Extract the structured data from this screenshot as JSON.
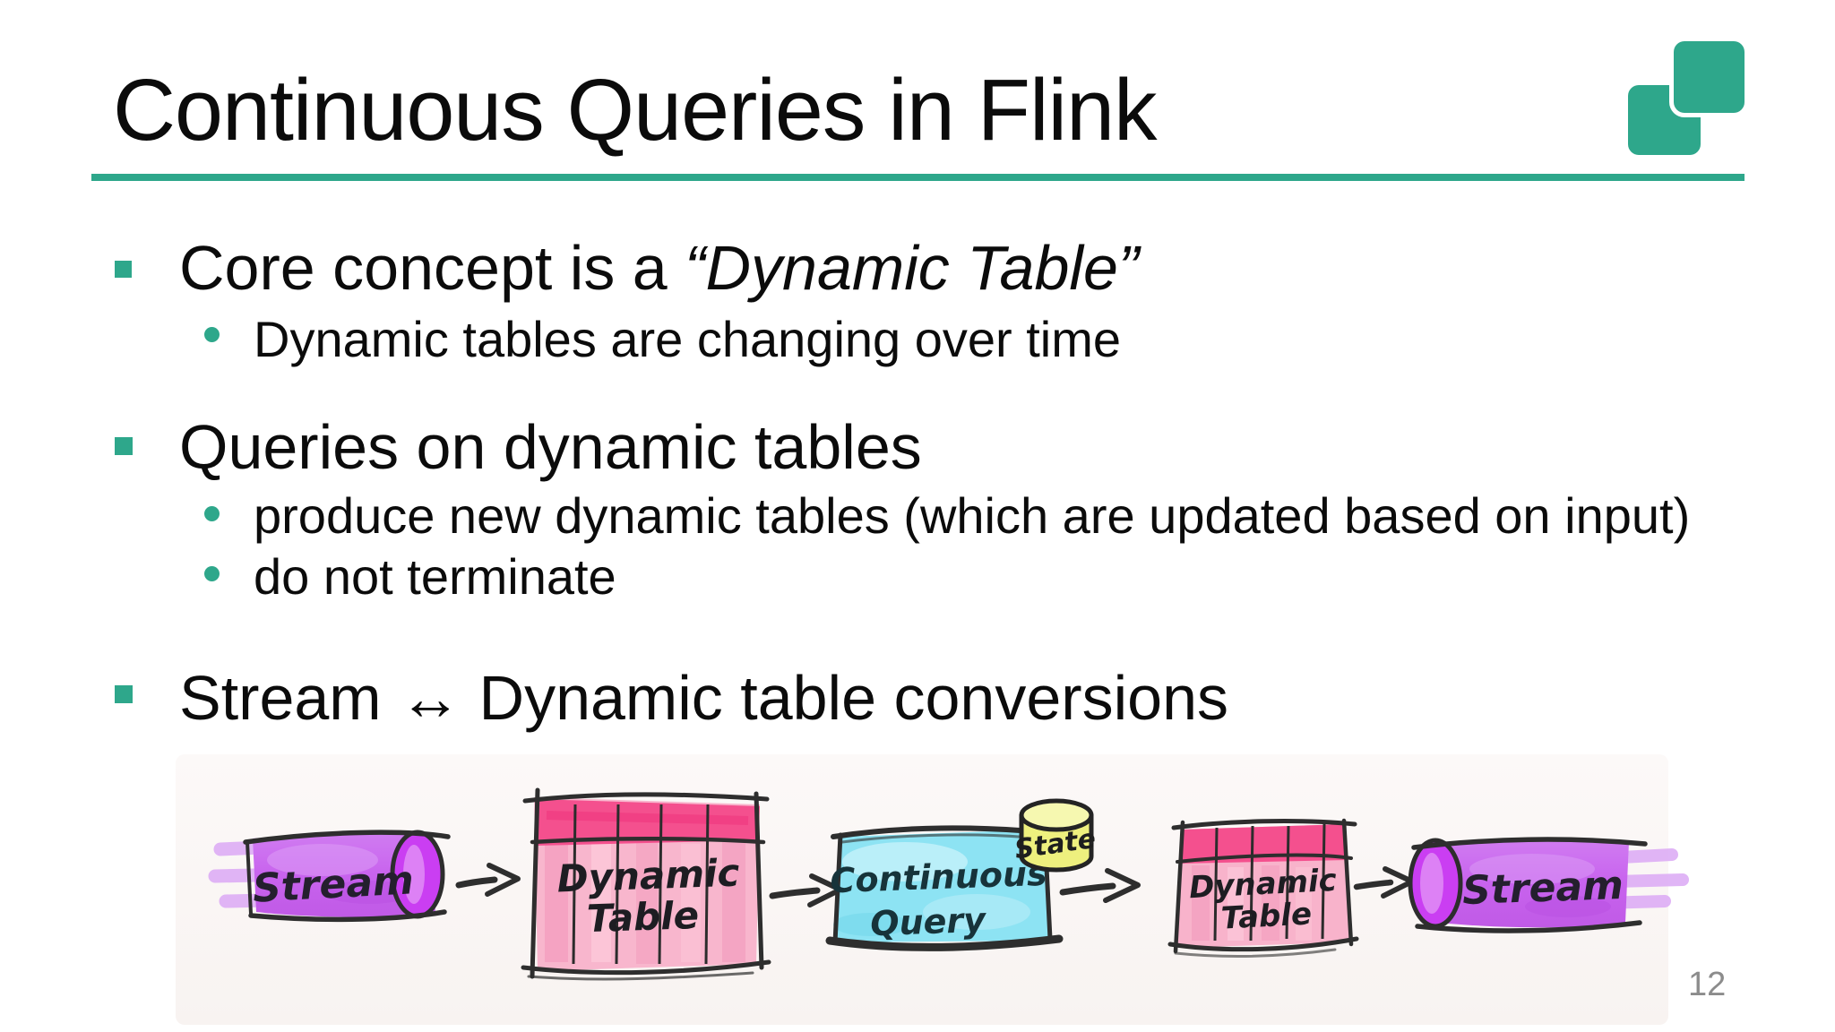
{
  "slide": {
    "title": "Continuous Queries in Flink",
    "page_number": "12"
  },
  "bullets": {
    "b1_prefix": "Core concept is a ",
    "b1_italic": "“Dynamic Table”",
    "b1_sub1": "Dynamic tables are changing over time",
    "b2": "Queries on dynamic tables",
    "b2_sub1": "produce new dynamic tables (which are updated based on input)",
    "b2_sub2": "do not terminate",
    "b3": "Stream ↔ Dynamic table conversions"
  },
  "diagram": {
    "stream_in_label": "Stream",
    "table1_line1": "Dynamic",
    "table1_line2": "Table",
    "query_line1": "Continuous",
    "query_line2": "Query",
    "state_label": "State",
    "table2_line1": "Dynamic",
    "table2_line2": "Table",
    "stream_out_label": "Stream"
  },
  "colors": {
    "accent_teal": "#2ea78b",
    "text": "#0b0b0b",
    "page_number_gray": "#8c8c8c",
    "stream_purple": "#c863ee",
    "stream_ellipse": "#ca3ef2",
    "table_pink_body": "#f8b4cb",
    "table_pink_header": "#f4508e",
    "query_cyan": "#8de3f3",
    "state_yellow": "#eef07e",
    "sketch_ink": "#2e2e2e"
  }
}
